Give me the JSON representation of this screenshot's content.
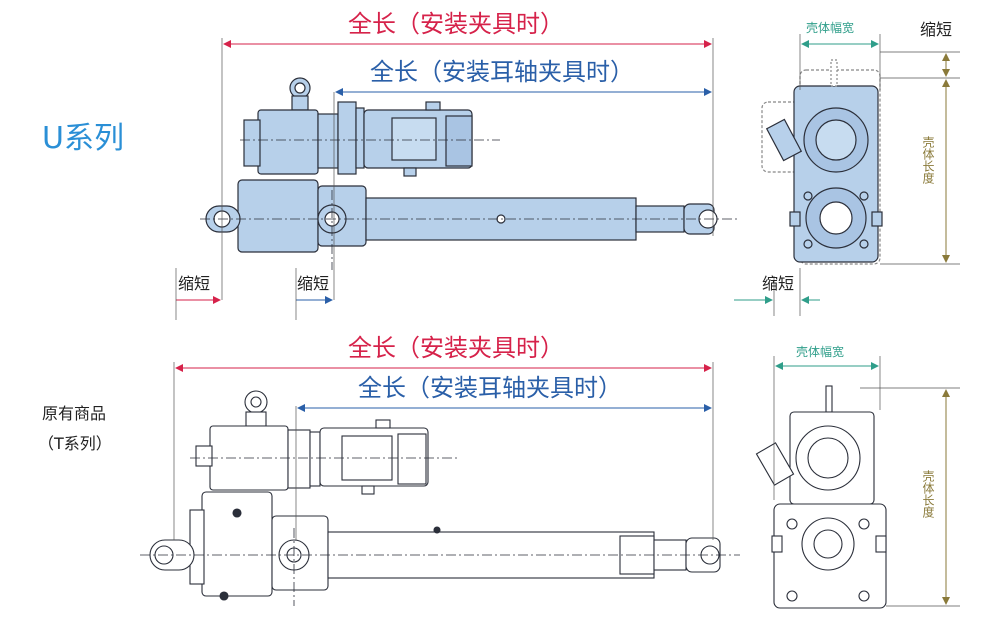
{
  "colors": {
    "accent_red": "#d6224a",
    "accent_blue": "#2a5fa8",
    "teal": "#2f9e8a",
    "olive": "#8a7a3a",
    "body_fill": "#b7d0ea",
    "body_stroke": "#2b2f3a",
    "title_blue": "#2a8fd6"
  },
  "u_series": {
    "title": "U系列",
    "total_length_bracket": "全长（安装夹具时）",
    "total_length_trunnion": "全长（安装耳轴夹具时）",
    "shortening_left": "缩短",
    "shortening_mid": "缩短",
    "shortening_right": "缩短",
    "shortening_top": "缩短",
    "housing_width": "壳体幅宽",
    "housing_length": "壳体长度"
  },
  "t_series": {
    "title_line1": "原有商品",
    "title_line2": "（T系列）",
    "total_length_bracket": "全长（安装夹具时）",
    "total_length_trunnion": "全长（安装耳轴夹具时）",
    "housing_width": "壳体幅宽",
    "housing_length": "壳体长度"
  }
}
